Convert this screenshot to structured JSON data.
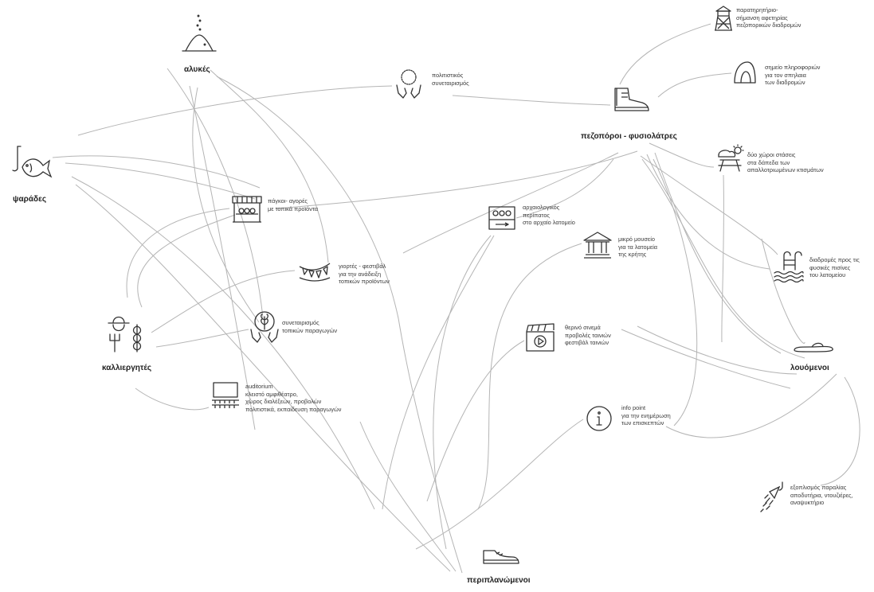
{
  "colors": {
    "line": "#b5b5b5",
    "icon": "#333333",
    "text": "#3a3a3a",
    "background": "#ffffff"
  },
  "actors": {
    "fishermen": {
      "label": "ψαράδες",
      "icon": "fisherman-hook-fish-icon"
    },
    "saltpans": {
      "label": "αλυκές",
      "icon": "salt-pile-icon"
    },
    "farmers": {
      "label": "καλλιεργητές",
      "icon": "farmer-hat-pitchfork-wheat-icon"
    },
    "hikers": {
      "label": "πεζοπόροι - φυσιολάτρες",
      "icon": "hiking-boot-icon"
    },
    "bathers": {
      "label": "λουόμενοι",
      "icon": "sandal-icon"
    },
    "wanderers": {
      "label": "περιπλανώμενοι",
      "icon": "sneaker-icon"
    }
  },
  "facilities": {
    "cultural_coop": {
      "icon": "hands-circle-icon",
      "lines": [
        "πολιτιστικός",
        "συνεταιρισμός"
      ]
    },
    "observatory": {
      "icon": "watchtower-icon",
      "lines": [
        "παρατηρητήριο-",
        "σήμανση αφετηρίας",
        "πεζοπορικών διαδρομών"
      ]
    },
    "info_cave": {
      "icon": "cave-arch-icon",
      "lines": [
        "σημείο πληροφοριών",
        "για τον σπηλαια",
        "των διαδρομών"
      ]
    },
    "rest_areas": {
      "icon": "picnic-table-sun-icon",
      "lines": [
        "δύο χώροι στάσεις",
        "στα δάπεδα των",
        "απαλλοτριωμένων κτισμάτων"
      ]
    },
    "market_stalls": {
      "icon": "market-stall-icon",
      "lines": [
        "πάγκοι- αγορές",
        "με τοπικά προϊόντα"
      ]
    },
    "archaeological_walk": {
      "icon": "archaeology-cases-icon",
      "lines": [
        "αρχαιολογικός",
        "περίπατος",
        "στο αρχαίο λατομείο"
      ]
    },
    "small_museum": {
      "icon": "museum-building-icon",
      "lines": [
        "μικρό μουσείο",
        "για τα λατομεία",
        "της κρήτης"
      ]
    },
    "natural_pools": {
      "icon": "pool-ladder-icon",
      "lines": [
        "διαδρομές προς τις",
        "φυσικές πισίνες",
        "του λατομείου"
      ]
    },
    "festivals": {
      "icon": "bunting-flags-icon",
      "lines": [
        "γιορτές - φεστιβάλ",
        "για την ανάδειξη",
        "τοπικών προϊόντων"
      ]
    },
    "producers_coop": {
      "icon": "hands-plant-icon",
      "lines": [
        "συνεταιρισμός",
        "τοπικών παραγωγών"
      ]
    },
    "summer_cinema": {
      "icon": "clapperboard-play-icon",
      "lines": [
        "θερινό σινεμά",
        "προβολές ταινιών",
        "φεστιβάλ ταινιών"
      ]
    },
    "auditorium": {
      "icon": "auditorium-screen-seats-icon",
      "lines": [
        "auditorium",
        "κλειστό αμφιθέατρο,",
        "χώρος διαλέξεων, προβολών",
        "πολιτιστικά, εκπαίδευση παραγωγών"
      ]
    },
    "info_point": {
      "icon": "info-circle-icon",
      "lines": [
        "info point",
        "για την ενημέρωση",
        "των επισκεπτών"
      ]
    },
    "beach_equipment": {
      "icon": "shower-head-icon",
      "lines": [
        "εξοπλισμός παραλίας",
        "αποδυτήρια, ντουζιέρες,",
        "αναψυκτήριο"
      ]
    }
  }
}
